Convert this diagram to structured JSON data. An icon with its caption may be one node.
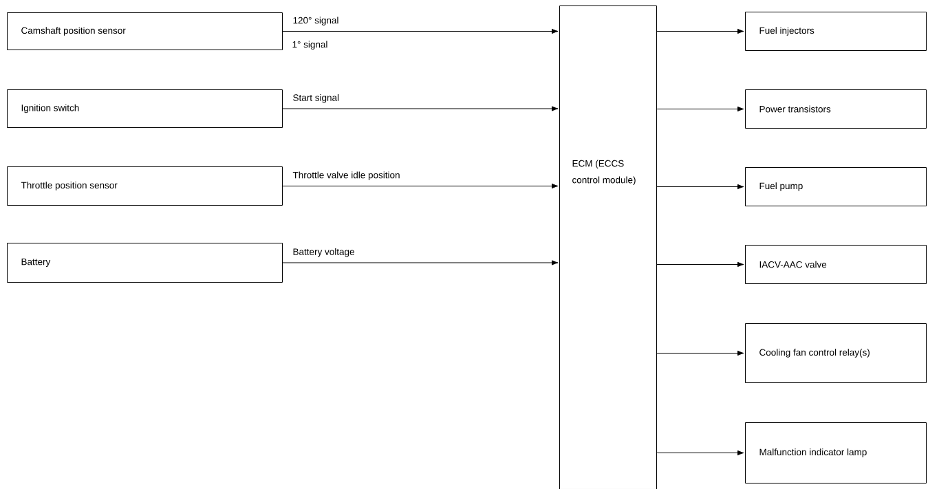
{
  "diagram": {
    "nodes": [
      {
        "text": [
          "Camshaft position sensor"
        ]
      },
      {
        "text": [
          "Ignition switch"
        ]
      },
      {
        "text": [
          "Throttle position sensor"
        ]
      },
      {
        "text": [
          "Battery"
        ]
      },
      {
        "text": [
          "ECM (ECCS control module)"
        ]
      },
      {
        "text": [
          "Fuel injectors"
        ]
      },
      {
        "text": [
          "Power transistors"
        ]
      },
      {
        "text": [
          "Fuel pump"
        ]
      },
      {
        "text": [
          "IACV-AAC valve"
        ]
      },
      {
        "text": [
          "Cooling fan control relay(s)"
        ]
      },
      {
        "text": [
          "Malfunction indicator lamp"
        ]
      }
    ],
    "edges": [
      {
        "from": 0,
        "to": 4,
        "arrow": "to",
        "label": "120° signal"
      },
      {
        "from": 1,
        "to": 4,
        "arrow": "to",
        "label": "Start signal"
      },
      {
        "from": 2,
        "to": 4,
        "arrow": "to",
        "label": "Throttle valve idle position"
      },
      {
        "from": 3,
        "to": 4,
        "arrow": "to",
        "label": "Battery voltage"
      },
      {
        "from": 4,
        "to": 5,
        "arrow": "to"
      },
      {
        "from": 4,
        "to": 6,
        "arrow": "to"
      },
      {
        "from": 4,
        "to": 7,
        "arrow": "to"
      },
      {
        "from": 4,
        "to": 8,
        "arrow": "to"
      },
      {
        "from": 4,
        "to": 9,
        "arrow": "to"
      },
      {
        "from": 4,
        "to": 10,
        "arrow": "to"
      }
    ],
    "labels": [
      "1° signal"
    ]
  }
}
